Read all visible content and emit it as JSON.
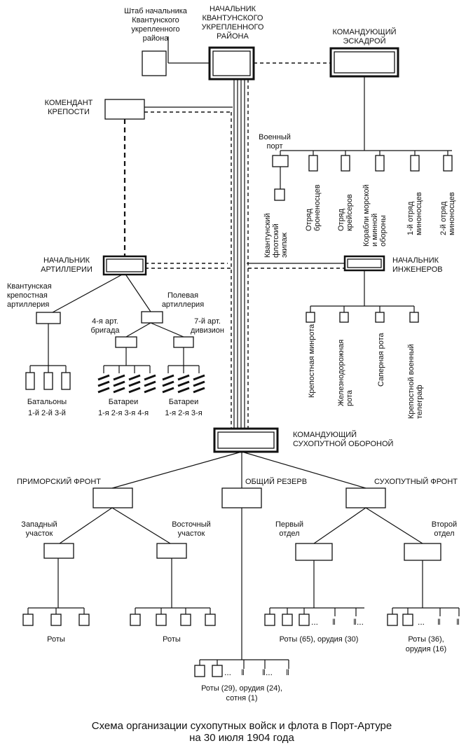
{
  "nodes": {
    "hq_staff": [
      "Штаб начальника",
      "Квантунского",
      "укрепленного",
      "района"
    ],
    "chief": [
      "НАЧАЛЬНИК",
      "КВАНТУНСКОГО",
      "УКРЕПЛЕННОГО",
      "РАЙОНА"
    ],
    "squadron_cmd": [
      "КОМАНДУЮЩИЙ",
      "ЭСКАДРОЙ"
    ],
    "commandant": [
      "КОМЕНДАНТ",
      "КРЕПОСТИ"
    ],
    "military_port": [
      "Военный",
      "порт"
    ],
    "kwantung_crew": [
      "Квантунский",
      "флотский",
      "экипаж"
    ],
    "navy_units": [
      [
        "Отряд",
        "броненосцев"
      ],
      [
        "Отряд",
        "крейсеров"
      ],
      [
        "Корабли морской",
        "и минной",
        "обороны"
      ],
      [
        "1-й отряд",
        "миноносцев"
      ],
      [
        "2-й отряд",
        "миноносцев"
      ]
    ],
    "artillery_chief": [
      "НАЧАЛЬНИК",
      "АРТИЛЛЕРИИ"
    ],
    "engineers_chief": [
      "НАЧАЛЬНИК",
      "ИНЖЕНЕРОВ"
    ],
    "fortress_artillery": [
      "Квантунская",
      "крепостная",
      "артиллерия"
    ],
    "field_artillery": [
      "Полевая",
      "артиллерия"
    ],
    "brigade4": [
      "4-я арт.",
      "бригада"
    ],
    "division7": [
      "7-й арт.",
      "дивизион"
    ],
    "battalions": [
      "Батальоны",
      "1-й  2-й  3-й"
    ],
    "batteries_a": [
      "Батареи",
      "1-я 2-я 3-я 4-я"
    ],
    "batteries_b": [
      "Батареи",
      "1-я 2-я 3-я"
    ],
    "engineer_units": [
      [
        "Крепостная минрота"
      ],
      [
        "Железнодорожная",
        "рота"
      ],
      [
        "Саперная рота"
      ],
      [
        "Крепостной военный",
        "телеграф"
      ]
    ],
    "land_defense": [
      "КОМАНДУЮЩИЙ",
      "СУХОПУТНОЙ ОБОРОНОЙ"
    ],
    "seaside_front": "ПРИМОРСКИЙ ФРОНТ",
    "general_reserve": "ОБЩИЙ РЕЗЕРВ",
    "land_front": "СУХОПУТНЫЙ ФРОНТ",
    "western_sector": [
      "Западный",
      "участок"
    ],
    "eastern_sector": [
      "Восточный",
      "участок"
    ],
    "first_dept": [
      "Первый",
      "отдел"
    ],
    "second_dept": [
      "Второй",
      "отдел"
    ],
    "companies_w": "Роты",
    "companies_e": "Роты",
    "dept1_units": "Роты (65), орудия (30)",
    "dept2_units": [
      "Роты (36),",
      "орудия (16)"
    ],
    "reserve_units": [
      "Роты (29), орудия (24),",
      "сотня (1)"
    ]
  },
  "caption": [
    "Схема организации сухопутных войск и флота в Порт-Артуре",
    "на 30 июля 1904 года"
  ]
}
